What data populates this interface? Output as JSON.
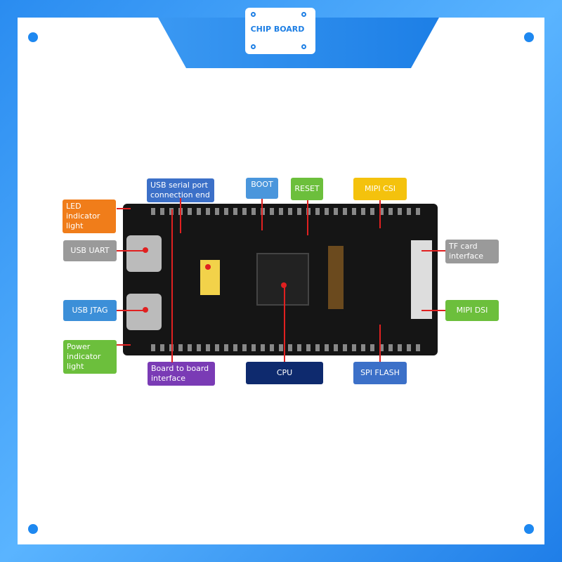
{
  "logo": {
    "text": "CHIP BOARD"
  },
  "labels": {
    "led": "LED indicator light",
    "usb_uart": "USB UART",
    "usb_jtag": "USB JTAG",
    "power": "Power indicator light",
    "serial": "USB serial port connection end",
    "board": "Board to board interface",
    "boot": "BOOT",
    "reset": "RESET",
    "mipi_csi": "MIPI CSI",
    "tf": "TF card interface",
    "mipi_dsi": "MIPI DSI",
    "cpu": "CPU",
    "spi": "SPI FLASH"
  },
  "colors": {
    "orange": "#f07d1a",
    "gray": "#9a9a9a",
    "blue": "#3c8fd8",
    "green": "#6cbf3c",
    "purple": "#7a3bb5",
    "navy": "#0e2a6e",
    "yellow": "#f4c20d"
  }
}
